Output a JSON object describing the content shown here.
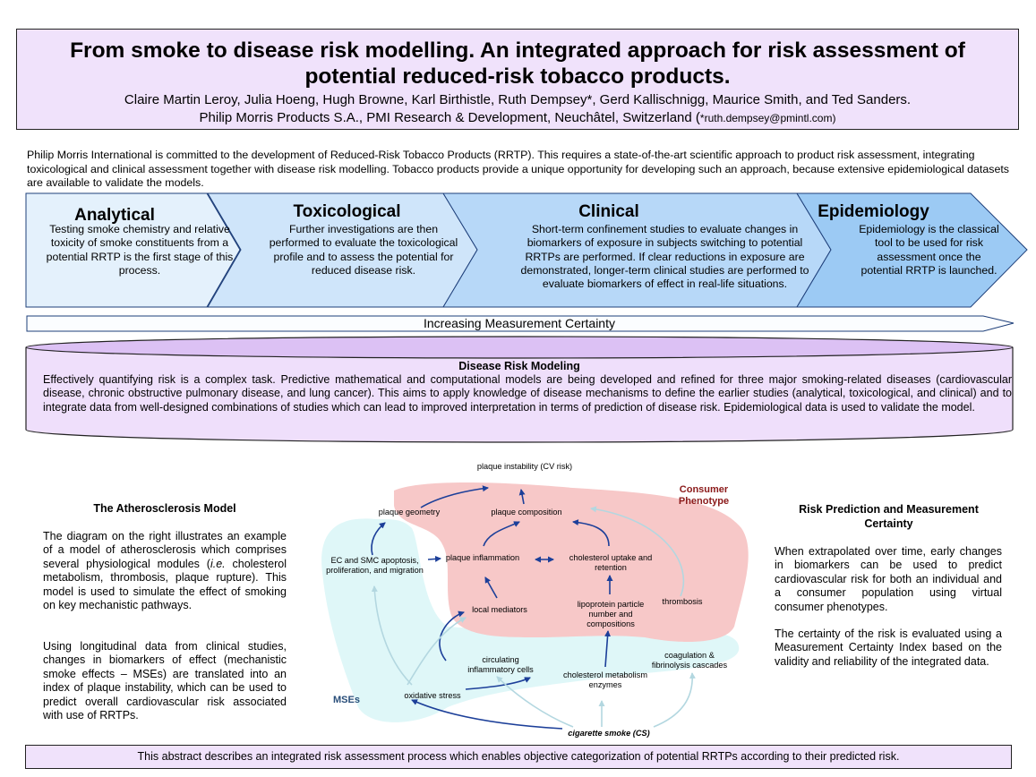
{
  "header": {
    "title": "From smoke to disease risk modelling. An integrated approach for risk assessment of potential reduced-risk tobacco products.",
    "authors": "Claire Martin Leroy, Julia Hoeng, Hugh Browne, Karl Birthistle, Ruth Dempsey*, Gerd Kallischnigg, Maurice Smith, and Ted Sanders.",
    "affiliation": "Philip Morris Products S.A., PMI Research & Development, Neuchâtel, Switzerland (",
    "email": "*ruth.dempsey@pmintl.com)"
  },
  "intro": "Philip Morris International is committed to the development of Reduced-Risk Tobacco Products (RRTP). This requires a state-of-the-art scientific approach to product risk assessment, integrating toxicological and clinical assessment together with disease risk modelling. Tobacco products provide a unique opportunity for developing such an approach, because extensive epidemiological datasets are available to validate the models.",
  "stages": [
    {
      "title": "Analytical",
      "text": "Testing smoke chemistry and relative toxicity of smoke constituents from a potential RRTP is the first stage of this process.",
      "color": "#e4f1fc"
    },
    {
      "title": "Toxicological",
      "text": "Further investigations are then performed to evaluate the toxicological profile and to assess the potential for reduced disease risk.",
      "color": "#cfe5fa"
    },
    {
      "title": "Clinical",
      "text": "Short-term confinement studies to evaluate changes in biomarkers of exposure in subjects switching to potential RRTPs are performed. If clear reductions in exposure are demonstrated, longer-term clinical studies are performed to evaluate biomarkers of effect in real-life situations.",
      "color": "#b7d8f8"
    },
    {
      "title": "Epidemiology",
      "text": "Epidemiology is the classical tool to be used for risk assessment once the potential RRTP is launched.",
      "color": "#9ccaf4"
    }
  ],
  "measurement_label": "Increasing Measurement Certainty",
  "disease_risk": {
    "title": "Disease Risk Modeling",
    "text": "Effectively quantifying risk is a complex task. Predictive mathematical and computational models are being developed and refined for three major smoking-related diseases (cardiovascular disease, chronic obstructive pulmonary disease, and lung cancer). This aims to apply knowledge of disease mechanisms to define the earlier studies (analytical, toxicological, and clinical) and to integrate data from well-designed combinations of studies which can lead to improved interpretation in terms of prediction of disease risk. Epidemiological data is used to validate the model."
  },
  "atherosclerosis": {
    "title": "The Atherosclerosis Model",
    "p1_a": "The diagram on the right illustrates an example of a model of atherosclerosis which comprises several physiological modules (",
    "p1_ie": "i.e.",
    "p1_b": " cholesterol metabolism, thrombosis, plaque rupture). This model is used to simulate the effect of smoking on key mechanistic pathways.",
    "p2": "Using longitudinal data from clinical studies, changes in biomarkers of effect (mechanistic smoke effects – MSEs) are translated into an index of plaque instability, which can be used to predict overall cardiovascular risk associated with use of RRTPs."
  },
  "risk_prediction": {
    "title": "Risk Prediction and Measurement Certainty",
    "p1": "When extrapolated over time, early changes in biomarkers can be used to predict cardiovascular risk for both an individual and a consumer population using virtual consumer phenotypes.",
    "p2": "The certainty of the risk is evaluated using a Measurement Certainty Index based on the validity and reliability of the integrated data."
  },
  "diagram": {
    "consumer_phenotype": "Consumer Phenotype",
    "mses": "MSEs",
    "nodes": {
      "plaque_instability": "plaque instability (CV risk)",
      "plaque_geometry": "plaque geometry",
      "plaque_composition": "plaque composition",
      "ec_smc": "EC and SMC apoptosis, proliferation, and migration",
      "plaque_inflammation": "plaque inflammation",
      "cholesterol_uptake": "cholesterol uptake and retention",
      "local_mediators": "local mediators",
      "lipoprotein": "lipoprotein particle number and compositions",
      "thrombosis": "thrombosis",
      "circulating_cells": "circulating inflammatory cells",
      "coagulation": "coagulation & fibrinolysis cascades",
      "cholesterol_metabolism": "cholesterol metabolism enzymes",
      "oxidative_stress": "oxidative stress",
      "cigarette_smoke": "cigarette smoke (CS)"
    },
    "colors": {
      "phenotype_region": "#f7c8c8",
      "mse_region": "#dff7f8",
      "arrow": "#1c3f99",
      "light_arrow": "#b3d7e0",
      "phenotype_label": "#8b1a1a",
      "mse_label": "#2a4f7a"
    }
  },
  "footer": "This abstract describes an integrated risk assessment process which enables objective categorization of potential RRTPs according to their predicted risk."
}
